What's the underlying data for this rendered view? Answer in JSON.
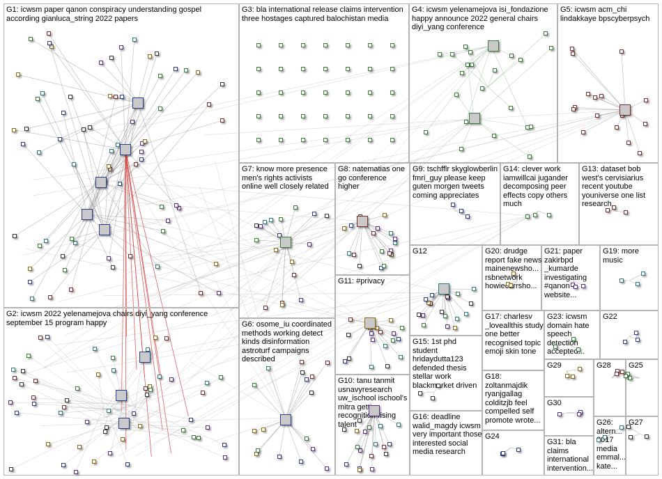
{
  "groups": [
    {
      "id": "G1",
      "label": "G1: icwsm paper qanon conspiracy understanding gospel according gianluca_string 2022 papers"
    },
    {
      "id": "G2",
      "label": "G2: icwsm 2022 yelenamejova chairs diyi_yang conference september 15 program happy"
    },
    {
      "id": "G3",
      "label": "G3: bla international release claims intervention three hostages captured balochistan media"
    },
    {
      "id": "G4",
      "label": "G4: icwsm yelenamejova isi_fondazione happy announce 2022 general chairs diyi_yang conference"
    },
    {
      "id": "G5",
      "label": "G5: icwsm acm_chi lindakkaye bpscyberpsych"
    },
    {
      "id": "G6",
      "label": "G6: osome_iu coordinated methods working detect kinds disinformation astroturf campaigns described"
    },
    {
      "id": "G7",
      "label": "G7: know more presence men's rights activists online well closely related"
    },
    {
      "id": "G8",
      "label": "G8: natematias one go conference higher"
    },
    {
      "id": "G9",
      "label": "G9: tschfflr skyglowberlin fmri_guy please keep guten morgen tweets coming appreciates"
    },
    {
      "id": "G10",
      "label": "G10: tanu tanmit usnavyresearch uw_ischool ischool's mitra getting recognition rising talent"
    },
    {
      "id": "G11",
      "label": "G11: #privacy"
    },
    {
      "id": "G12",
      "label": "G12"
    },
    {
      "id": "G13",
      "label": "G13: dataset bob west's cervisiarius recent youtube youniverse one list research"
    },
    {
      "id": "G14",
      "label": "G14: clever work iamwillcai jugander decomposing peer effects copy others much"
    },
    {
      "id": "G15",
      "label": "G15: 1st phd student hridaydutta123 defended thesis stellar work blackmarket driven"
    },
    {
      "id": "G16",
      "label": "G16: deadline walid_magdy icwsm very important those interested social media research"
    },
    {
      "id": "G17",
      "label": "G17: charlesv _loveallthis study one better recognised topic emoji skin tone"
    },
    {
      "id": "G18",
      "label": "G18: zoltanmajdik ryanjgallag colditzjb feel compelled self promote wrote..."
    },
    {
      "id": "G19",
      "label": "G19: more music"
    },
    {
      "id": "G20",
      "label": "G20: drudge report fake news mainenewsho... rsbnetwork howiecarrsho..."
    },
    {
      "id": "G21",
      "label": "G21: paper zakirbpd _kumarde investigating #qanon website..."
    },
    {
      "id": "G22",
      "label": "G22"
    },
    {
      "id": "G23",
      "label": "G23: icwsm domain hate speech detection accepted..."
    },
    {
      "id": "G24",
      "label": "G24"
    },
    {
      "id": "G25",
      "label": "G25"
    },
    {
      "id": "G26",
      "label": "G26: altern... 2017 media emmal... kate..."
    },
    {
      "id": "G27",
      "label": "G27"
    },
    {
      "id": "G28",
      "label": "G28"
    },
    {
      "id": "G29",
      "label": "G29"
    },
    {
      "id": "G30",
      "label": "G30"
    },
    {
      "id": "G31",
      "label": "G31: bla claims international intervention..."
    }
  ]
}
